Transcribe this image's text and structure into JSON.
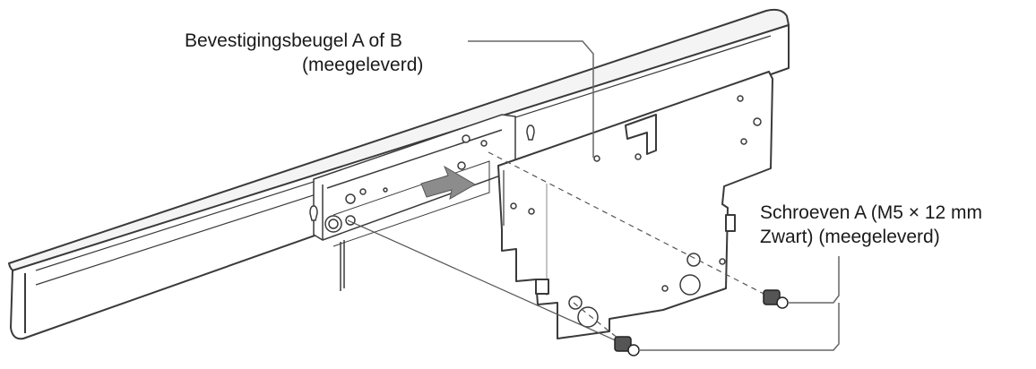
{
  "labels": {
    "bracket_line1": "Bevestigingsbeugel A of B",
    "bracket_line2": "(meegeleverd)",
    "screws_line1": "Schroeven A (M5 × 12 mm",
    "screws_line2": "Zwart) (meegeleverd)"
  },
  "colors": {
    "line": "#3a3a3a",
    "leader": "#666666",
    "arrow": "#8c8c8c",
    "fill": "#ffffff",
    "shade": "#e6e6e6"
  }
}
